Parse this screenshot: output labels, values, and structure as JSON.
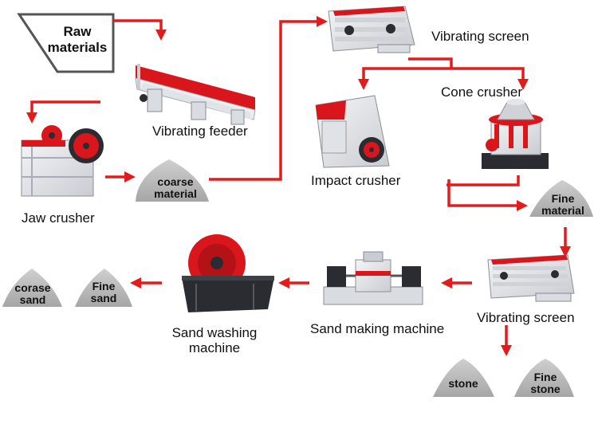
{
  "raw_materials": {
    "line1": "Raw",
    "line2": "materials"
  },
  "machines": {
    "vibrating_feeder": "Vibrating feeder",
    "jaw_crusher": "Jaw crusher",
    "vibrating_screen_top": "Vibrating screen",
    "cone_crusher": "Cone crusher",
    "impact_crusher": "Impact crusher",
    "vibrating_screen_bottom": "Vibrating screen",
    "sand_making_machine": "Sand making machine",
    "sand_washing_machine_line1": "Sand washing",
    "sand_washing_machine_line2": "machine"
  },
  "products": {
    "coarse_material_line1": "coarse",
    "coarse_material_line2": "material",
    "fine_material_line1": "Fine",
    "fine_material_line2": "material",
    "stone": "stone",
    "fine_stone_line1": "Fine",
    "fine_stone_line2": "stone",
    "fine_sand_line1": "Fine",
    "fine_sand_line2": "sand",
    "corase_sand_line1": "corase",
    "corase_sand_line2": "sand"
  },
  "colors": {
    "arrow": "#e31b1b",
    "machine_red": "#d8161b",
    "machine_body": "#e9ebee",
    "machine_dark": "#2a2c31",
    "pile": "#b5b5b5",
    "frame": "#555555"
  }
}
